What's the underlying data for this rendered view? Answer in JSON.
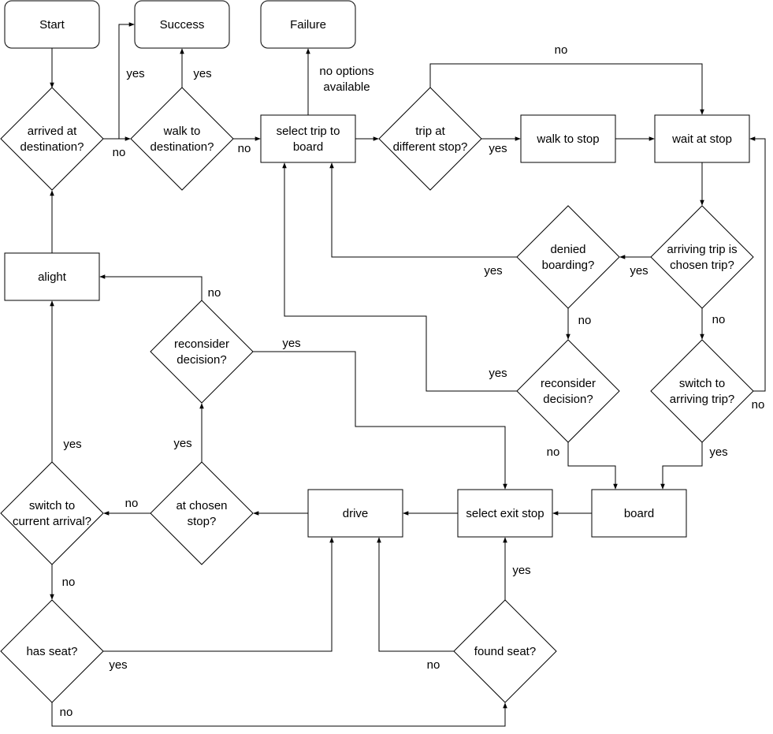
{
  "nodes": {
    "start": [
      "Start"
    ],
    "success": [
      "Success"
    ],
    "failure": [
      "Failure"
    ],
    "arrived_at_destination": [
      "arrived at",
      "destination?"
    ],
    "walk_to_destination": [
      "walk to",
      "destination?"
    ],
    "select_trip_to_board": [
      "select trip to",
      "board"
    ],
    "trip_at_different_stop": [
      "trip at",
      "different stop?"
    ],
    "walk_to_stop": [
      "walk to stop"
    ],
    "wait_at_stop": [
      "wait at stop"
    ],
    "alight": [
      "alight"
    ],
    "denied_boarding": [
      "denied",
      "boarding?"
    ],
    "arriving_trip_is_chosen": [
      "arriving trip is",
      "chosen trip?"
    ],
    "reconsider_decision_left": [
      "reconsider",
      "decision?"
    ],
    "reconsider_decision_right": [
      "reconsider",
      "decision?"
    ],
    "switch_to_arriving_trip": [
      "switch to",
      "arriving trip?"
    ],
    "switch_to_current_arrival": [
      "switch to",
      "current arrival?"
    ],
    "at_chosen_stop": [
      "at chosen",
      "stop?"
    ],
    "drive": [
      "drive"
    ],
    "select_exit_stop": [
      "select exit stop"
    ],
    "board": [
      "board"
    ],
    "has_seat": [
      "has seat?"
    ],
    "found_seat": [
      "found seat?"
    ]
  },
  "edge_labels": {
    "arrived_yes": "yes",
    "arrived_no": "no",
    "walk_yes": "yes",
    "walk_no": "no",
    "no_options": [
      "no options",
      "available"
    ],
    "different_stop_no": "no",
    "different_stop_yes": "yes",
    "arriving_yes": "yes",
    "arriving_no": "no",
    "denied_yes": "yes",
    "denied_no": "no",
    "reconsider_right_yes": "yes",
    "reconsider_right_no": "no",
    "switch_arriving_no": "no",
    "switch_arriving_yes": "yes",
    "reconsider_left_no": "no",
    "reconsider_left_yes": "yes",
    "at_chosen_yes": "yes",
    "at_chosen_no": "no",
    "switch_current_yes": "yes",
    "switch_current_no": "no",
    "has_seat_yes": "yes",
    "has_seat_no": "no",
    "found_seat_yes": "yes",
    "found_seat_no": "no"
  }
}
